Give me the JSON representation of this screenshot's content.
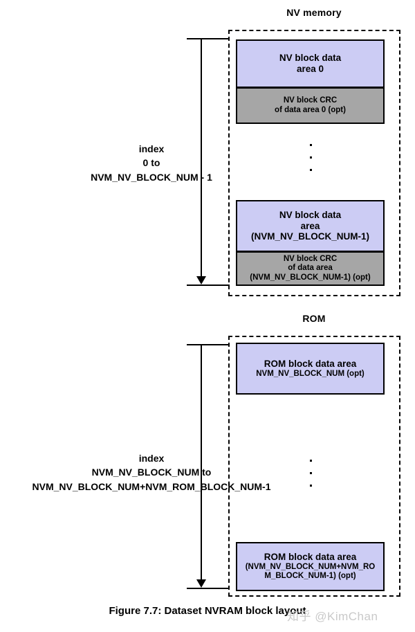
{
  "figure": {
    "caption": "Figure 7.7: Dataset NVRAM block layout",
    "watermark": "知乎 @KimChan"
  },
  "colors": {
    "data_block_fill": "#ccccf4",
    "crc_block_fill": "#a6a6a6",
    "outline": "#000000",
    "watermark": "#c9c9c9"
  },
  "nv_memory": {
    "title": "NV memory",
    "index_label": {
      "line1": "index",
      "line2": "0 to",
      "line3": "NVM_NV_BLOCK_NUM - 1"
    },
    "ellipsis": "...",
    "blocks": [
      {
        "kind": "data",
        "line1": "NV block data",
        "line2": "area 0",
        "line3": ""
      },
      {
        "kind": "crc",
        "line1": "NV block CRC",
        "line2": "of  data area 0 (opt)",
        "line3": ""
      },
      {
        "kind": "data",
        "line1": "NV block data",
        "line2": "area",
        "line3": "(NVM_NV_BLOCK_NUM-1)"
      },
      {
        "kind": "crc",
        "line1": "NV block CRC",
        "line2": "of  data area",
        "line3": "(NVM_NV_BLOCK_NUM-1) (opt)"
      }
    ]
  },
  "rom": {
    "title": "ROM",
    "index_label": {
      "line1": "index",
      "line2": "NVM_NV_BLOCK_NUM to",
      "line3": "NVM_NV_BLOCK_NUM+NVM_ROM_BLOCK_NUM-1"
    },
    "ellipsis": "...",
    "blocks": [
      {
        "kind": "data",
        "line1": "ROM block data area",
        "line2": "NVM_NV_BLOCK_NUM (opt)",
        "line3": ""
      },
      {
        "kind": "data",
        "line1": "ROM block data area",
        "line2": "(NVM_NV_BLOCK_NUM+NVM_RO",
        "line3": "M_BLOCK_NUM-1) (opt)"
      }
    ]
  }
}
